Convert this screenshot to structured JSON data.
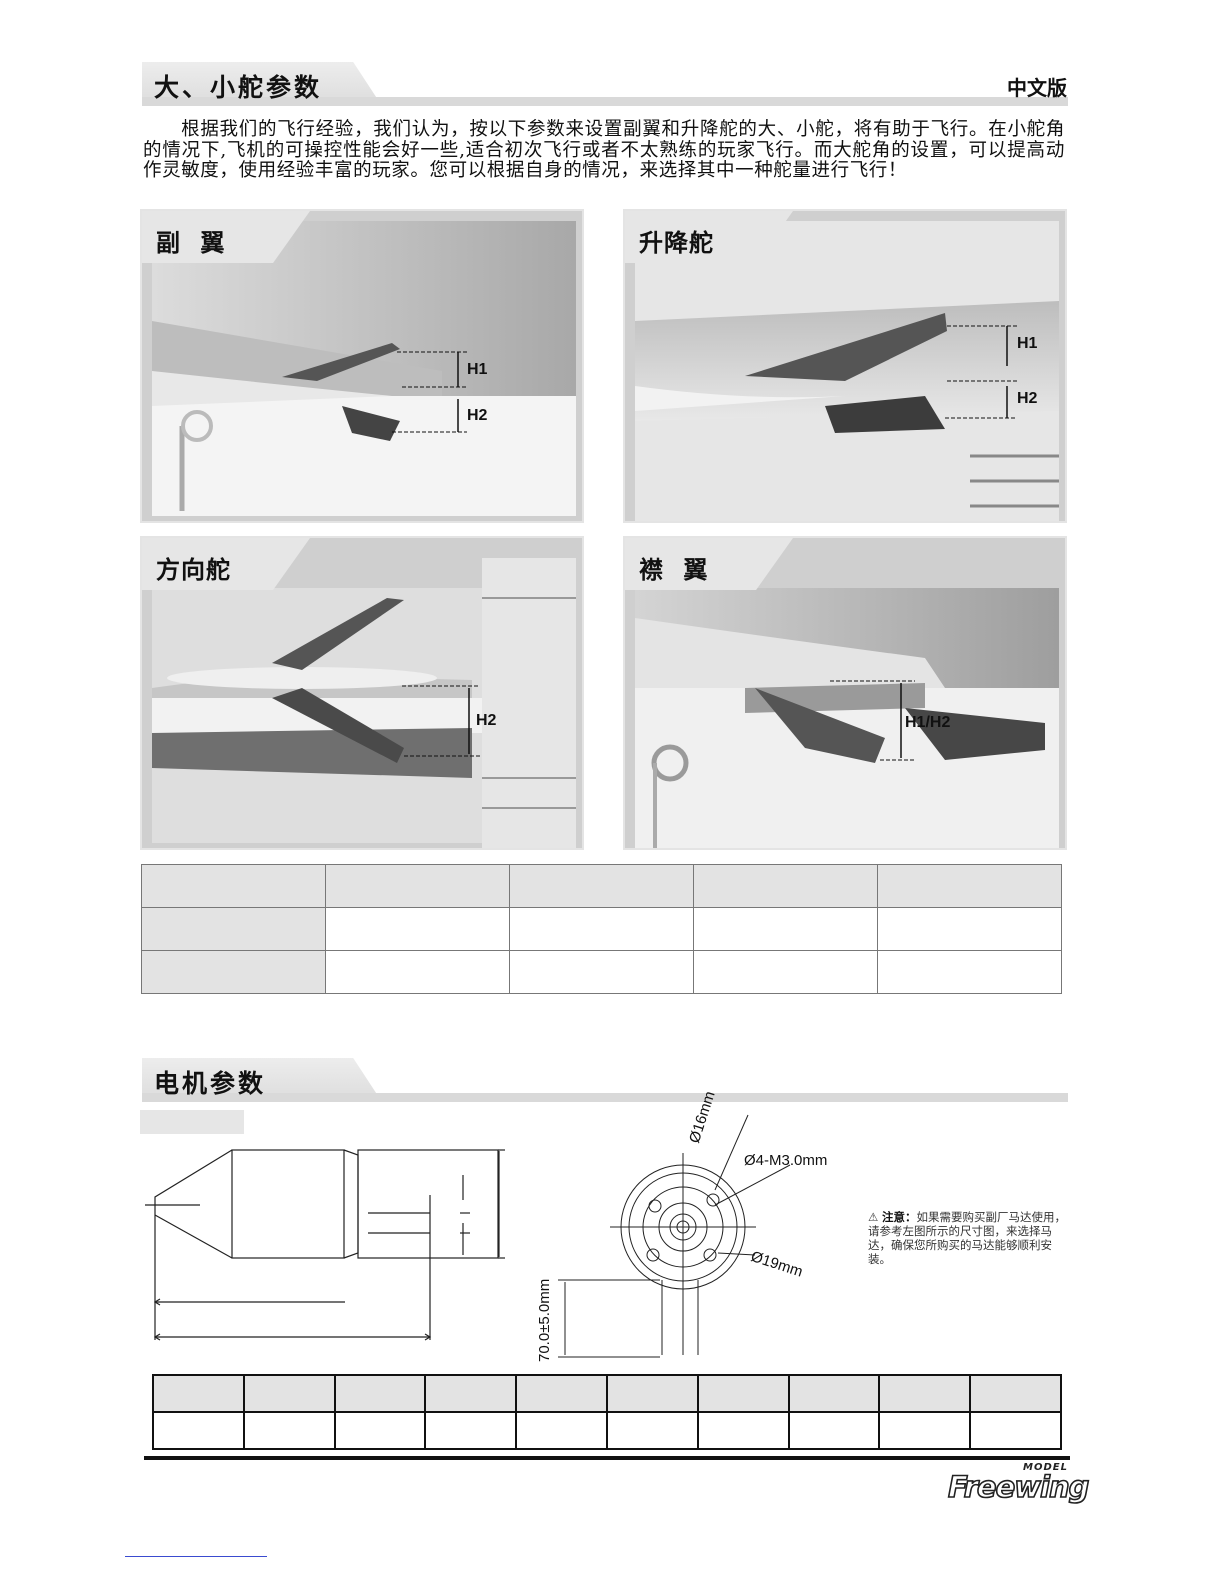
{
  "header": {
    "section_title": "大、小舵参数",
    "language_label": "中文版"
  },
  "intro": {
    "text": "根据我们的飞行经验，我们认为，按以下参数来设置副翼和升降舵的大、小舵，将有助于飞行。在小舵角的情况下,飞机的可操控性能会好一些,适合初次飞行或者不太熟练的玩家飞行。而大舵角的设置，可以提高动作灵敏度，使用经验丰富的玩家。您可以根据自身的情况，来选择其中一种舵量进行飞行！"
  },
  "panels": {
    "aileron": {
      "label": "副 翼",
      "h1": "H1",
      "h2": "H2"
    },
    "elevator": {
      "label": "升降舵",
      "h1": "H1",
      "h2": "H2"
    },
    "rudder": {
      "label": "方向舵",
      "h2": "H2"
    },
    "flap": {
      "label": "襟 翼",
      "h": "H1/H2"
    }
  },
  "motor_section": {
    "title": "电机参数",
    "dims": {
      "d16": "Ø16mm",
      "m3": "Ø4-M3.0mm",
      "d19": "Ø19mm",
      "lead": "70.0±5.0mm"
    },
    "note_label": "注意：",
    "note_text": "如果需要购买副厂马达使用，请参考左图所示的尺寸图，来选择马达，确保您所购买的马达能够顺利安装。"
  },
  "footer": {
    "brand": "Freewing",
    "brand_sub": "MODEL"
  }
}
